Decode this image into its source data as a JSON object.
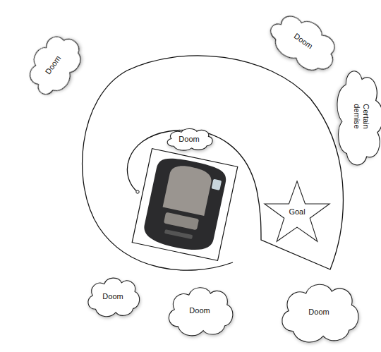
{
  "diagram": {
    "nodes": [
      {
        "text": [
          "Doom"
        ]
      },
      {
        "text": [
          "Doom"
        ]
      },
      {
        "text": [
          "Certain demise"
        ]
      },
      {
        "text": [
          "Doom"
        ]
      },
      {
        "text": [
          "Goal"
        ]
      },
      {
        "text": [
          "Doom"
        ]
      },
      {
        "text": [
          "Doom"
        ]
      },
      {
        "text": [
          "Doom"
        ]
      }
    ]
  }
}
